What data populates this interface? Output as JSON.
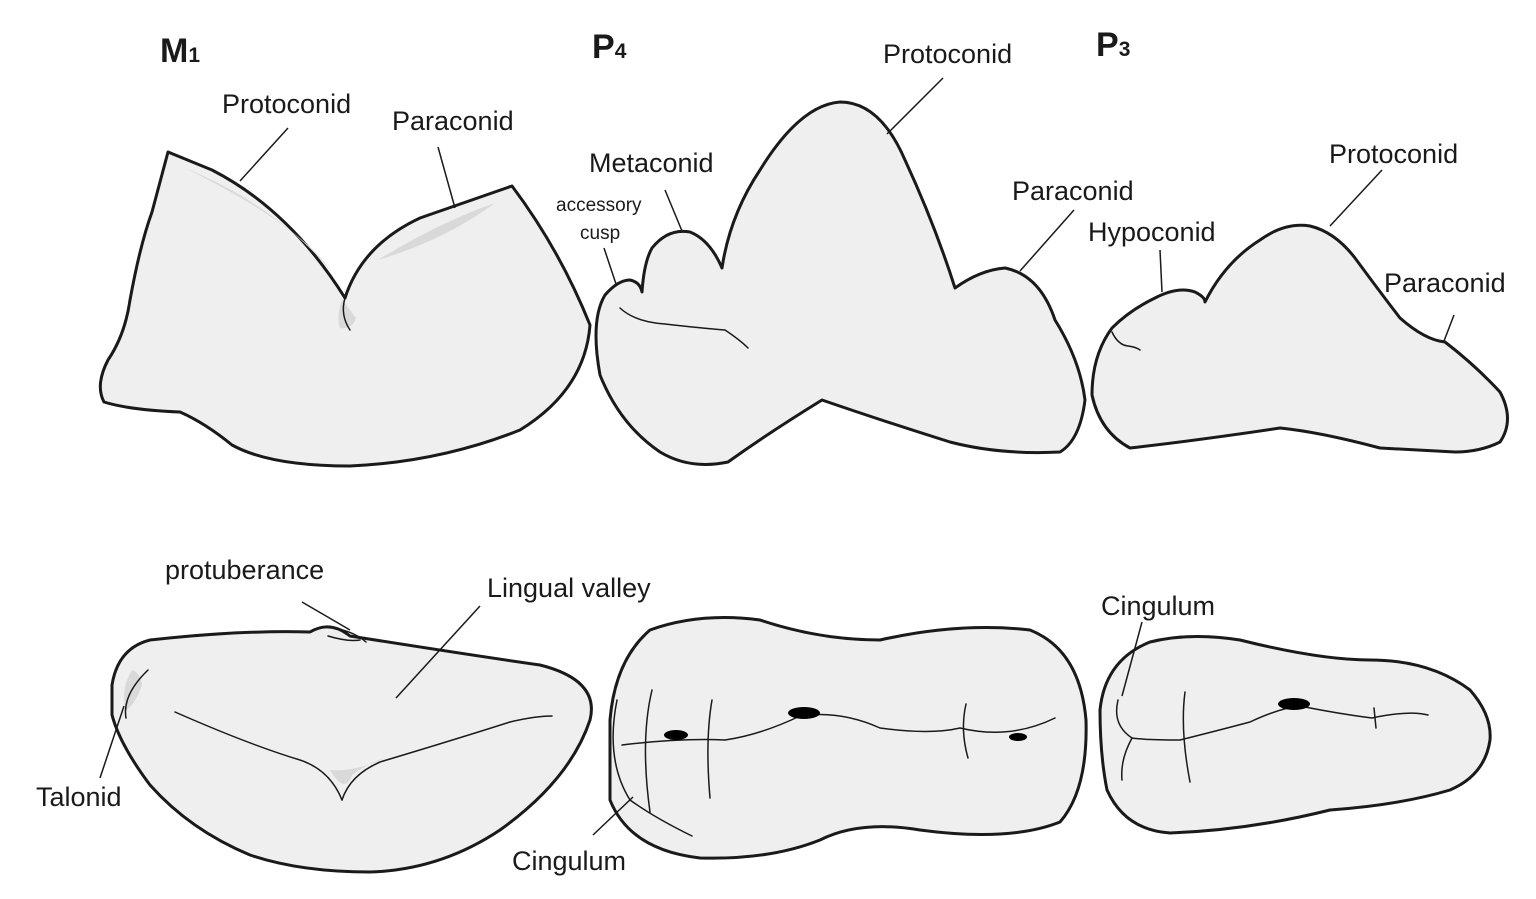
{
  "teeth": {
    "m1": {
      "letter": "M",
      "index": "1"
    },
    "p4": {
      "letter": "P",
      "index": "4"
    },
    "p3": {
      "letter": "P",
      "index": "3"
    }
  },
  "labels": {
    "m1_protoconid": "Protoconid",
    "m1_paraconid": "Paraconid",
    "p4_metaconid": "Metaconid",
    "p4_accessory_line1": "accessory",
    "p4_accessory_line2": "cusp",
    "p4_protoconid": "Protoconid",
    "p4_paraconid": "Paraconid",
    "p3_hypoconid": "Hypoconid",
    "p3_protoconid": "Protoconid",
    "p3_paraconid": "Paraconid",
    "protuberance": "protuberance",
    "lingual_valley": "Lingual valley",
    "talonid": "Talonid",
    "cingulum_p4": "Cingulum",
    "cingulum_p3": "Cingulum"
  }
}
